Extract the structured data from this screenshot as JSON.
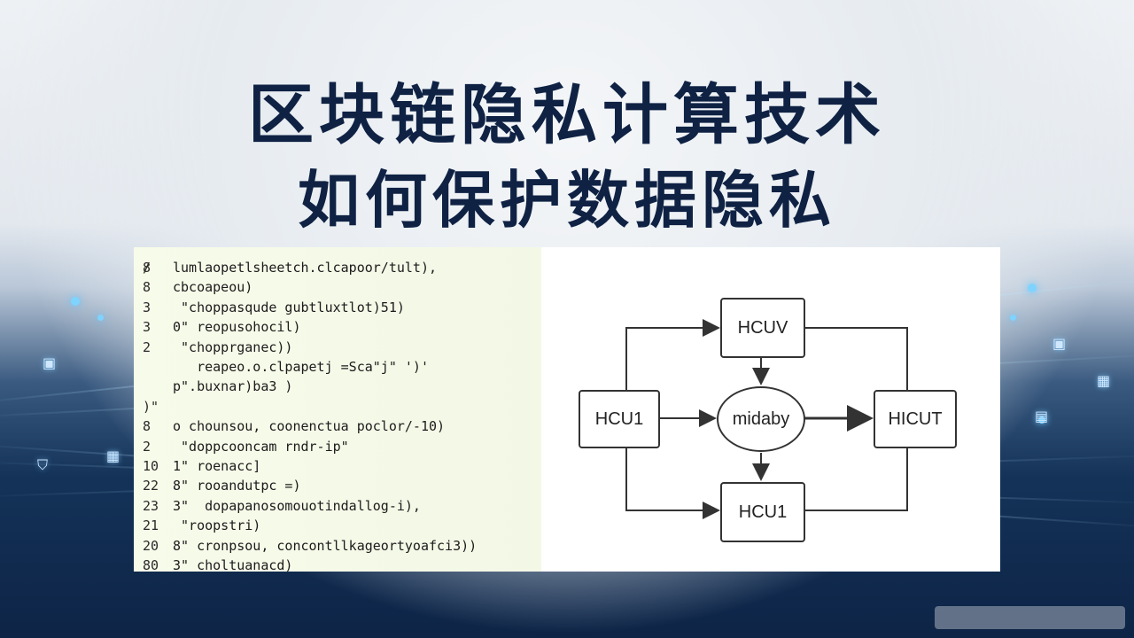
{
  "title": {
    "line1": "区块链隐私计算技术",
    "line2": "如何保护数据隐私"
  },
  "code": {
    "top_marker": "/",
    "lines": [
      {
        "num": "8",
        "text": "lumlaopetlsheetch.clcapoor/tult),"
      },
      {
        "num": "8",
        "text": "cbcoapeou)"
      },
      {
        "num": "3",
        "text": " \"choppasqude gubtluxtlot)51)"
      },
      {
        "num": "3",
        "text": "0\" reopusohocil)"
      },
      {
        "num": "2",
        "text": " \"chopprganec))"
      },
      {
        "num": "",
        "text": "   reapeo.o.clpapetj =Sca\"j\" ')'"
      },
      {
        "num": "",
        "text": "p\".buxnar)ba3 )"
      },
      {
        "num": ")\"",
        "text": ""
      },
      {
        "num": "8",
        "text": "o chounsou, coonenctua poclor/-10)"
      },
      {
        "num": "2",
        "text": " \"doppcooncam rndr-ip\""
      },
      {
        "num": "10",
        "text": "1\" roenacc]"
      },
      {
        "num": "22",
        "text": "8\" rooandutpc =)"
      },
      {
        "num": "23",
        "text": "3\"  dopapanosomouotindallog-i),"
      },
      {
        "num": "21",
        "text": " \"roopstri)"
      },
      {
        "num": "20",
        "text": "8\" cronpsou, concontllkageortyoafci3))"
      },
      {
        "num": "80",
        "text": "3\" choltuanacd)"
      }
    ]
  },
  "diagram": {
    "top": "HCUV",
    "left": "HCU1",
    "center": "midaby",
    "right": "HICUT",
    "bottom": "HCU1"
  }
}
